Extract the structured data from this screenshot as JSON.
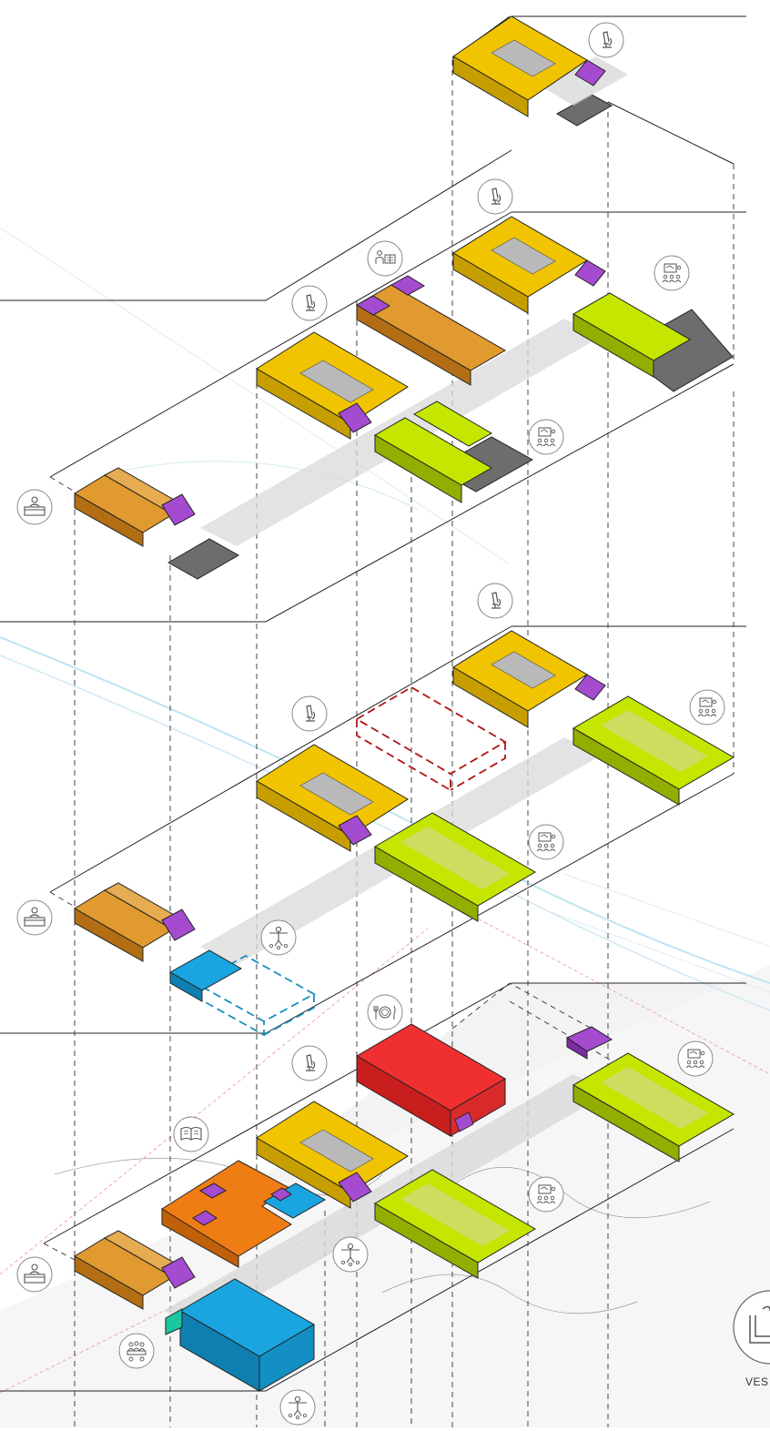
{
  "diagram": {
    "legend_fragment_text": "VES",
    "colors": {
      "laboratory": "#e6b800",
      "classroom": "#b2d600",
      "office": "#d8891c",
      "services": "#9b3dc8",
      "gym": "#1aa5e0",
      "dining": "#e5262a",
      "library": "#e5730a",
      "connector": "#cfcfcf",
      "terrace": "#6d6d6d",
      "demolished": "#b01515",
      "projected": "#1a8fc0"
    },
    "icons": [
      "microscope-icon",
      "lecture-icon",
      "classroom-icon",
      "reception-desk-icon",
      "sports-figure-icon",
      "dining-icon",
      "book-icon",
      "meeting-table-icon",
      "vestibule-icon"
    ],
    "levels": [
      {
        "id": "level-4"
      },
      {
        "id": "level-3"
      },
      {
        "id": "level-2"
      },
      {
        "id": "level-1"
      }
    ]
  }
}
